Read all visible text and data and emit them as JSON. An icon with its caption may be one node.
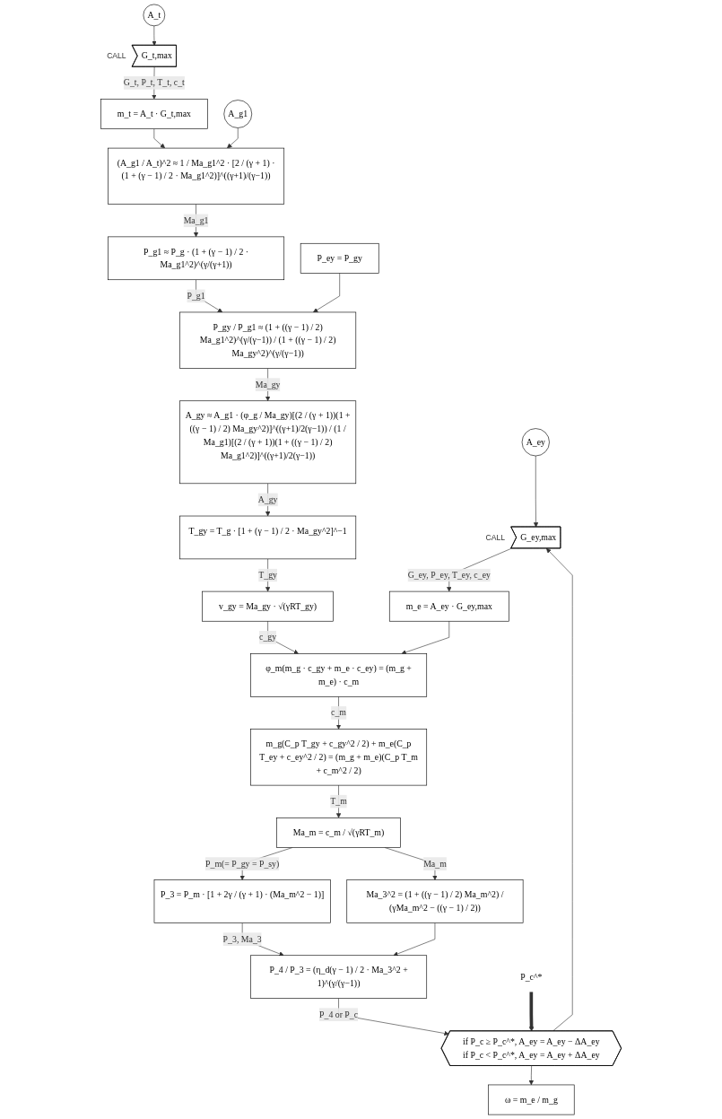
{
  "diagram": {
    "nodes": [
      {
        "text": [
          "A_ey"
        ]
      },
      {
        "text": [
          "A_t"
        ]
      },
      {
        "text": [
          "G_ey,max"
        ],
        "beside": [
          "CALL"
        ]
      },
      {
        "text": [
          "G_t,max"
        ],
        "beside": [
          "CALL"
        ]
      },
      {
        "text": [
          "m_e = A_ey · G_ey,max"
        ]
      },
      {
        "text": [
          "m_t = A_t · G_t,max"
        ]
      },
      {
        "text": [
          "A_g1"
        ]
      },
      {
        "text": [
          "(A_g1 / A_t)^2 ≈ 1 / Ma_g1^2 · [2 / (γ + 1) · (1 + (γ − 1) / 2 · Ma_g1^2)]^((γ+1)/(γ−1))"
        ]
      },
      {
        "text": [
          "P_g1 ≈ P_g · (1 + (γ − 1) / 2 · Ma_g1^2)^(γ/(γ+1))"
        ]
      },
      {
        "text": [
          "P_ey = P_gy"
        ]
      },
      {
        "text": [
          "P_gy / P_g1 ≈ (1 + ((γ − 1) / 2) Ma_g1^2)^(γ/(γ−1)) / (1 + ((γ − 1) / 2) Ma_gy^2)^(γ/(γ−1))"
        ]
      },
      {
        "text": [
          "A_gy ≈ A_g1 · (φ_g / Ma_gy)[(2 / (γ + 1))(1 + ((γ − 1) / 2) Ma_gy^2)]^((γ+1)/2(γ−1)) / (1 / Ma_g1)[(2 / (γ + 1))(1 + ((γ − 1) / 2) Ma_g1^2)]^((γ+1)/2(γ−1))"
        ]
      },
      {
        "text": [
          "T_gy = T_g · [1 + (γ − 1) / 2 · Ma_gy^2]^−1"
        ]
      },
      {
        "text": [
          "v_gy = Ma_gy · √(γRT_gy)"
        ]
      },
      {
        "text": [
          "φ_m(m_g · c_gy + m_e · c_ey) = (m_g + m_e) · c_m"
        ]
      },
      {
        "text": [
          "m_g(C_p T_gy + c_gy^2 / 2) + m_e(C_p T_ey + c_ey^2 / 2) = (m_g + m_e)(C_p T_m + c_m^2 / 2)"
        ]
      },
      {
        "text": [
          "Ma_m = c_m / √(γRT_m)"
        ]
      },
      {
        "text": [
          "P_3 = P_m · [1 + 2γ / (γ + 1) · (Ma_m^2 − 1)]"
        ]
      },
      {
        "text": [
          "Ma_3^2 = (1 + ((γ − 1) / 2) Ma_m^2) / (γMa_m^2 − ((γ − 1) / 2))"
        ]
      },
      {
        "text": [
          "P_4 / P_3 = (η_d(γ − 1) / 2 · Ma_3^2 + 1)^(γ/(γ−1))"
        ]
      },
      {
        "text": [
          "if P_c ≥ P_c^*, A_ey = A_ey − ΔA_ey",
          "if P_c < P_c^*, A_ey = A_ey + ΔA_ey"
        ]
      },
      {
        "text": [
          "P_c^*"
        ]
      },
      {
        "text": [
          "ω = m_e / m_g"
        ]
      }
    ],
    "edges": [
      {
        "from": 0,
        "to": 2,
        "arrow": "to"
      },
      {
        "from": 1,
        "to": 3,
        "arrow": "to"
      },
      {
        "from": 2,
        "to": 4,
        "arrow": "to",
        "label": "G_ey, P_ey, T_ey, c_ey"
      },
      {
        "from": 3,
        "to": 5,
        "arrow": "to",
        "label": "G_t, P_t, T_t, c_t"
      },
      {
        "from": 5,
        "to": 7,
        "arrow": "to"
      },
      {
        "from": 6,
        "to": 7,
        "arrow": "to"
      },
      {
        "from": 7,
        "to": 8,
        "arrow": "to",
        "label": "Ma_g1"
      },
      {
        "from": 8,
        "to": 10,
        "arrow": "to",
        "label": "P_g1"
      },
      {
        "from": 9,
        "to": 10,
        "arrow": "to"
      },
      {
        "from": 10,
        "to": 11,
        "arrow": "to",
        "label": "Ma_gy"
      },
      {
        "from": 11,
        "to": 12,
        "arrow": "to",
        "label": "A_gy"
      },
      {
        "from": 12,
        "to": 13,
        "arrow": "to",
        "label": "T_gy"
      },
      {
        "from": 13,
        "to": 14,
        "arrow": "to",
        "label": "c_gy"
      },
      {
        "from": 4,
        "to": 14,
        "arrow": "to"
      },
      {
        "from": 14,
        "to": 15,
        "arrow": "to",
        "label": "c_m"
      },
      {
        "from": 15,
        "to": 16,
        "arrow": "to",
        "label": "T_m"
      },
      {
        "from": 16,
        "to": 17,
        "arrow": "to",
        "label": "P_m(= P_gy = P_sy)"
      },
      {
        "from": 16,
        "to": 18,
        "arrow": "to",
        "label": "Ma_m"
      },
      {
        "from": 17,
        "to": 19,
        "arrow": "to",
        "label": "P_3, Ma_3"
      },
      {
        "from": 18,
        "to": 19,
        "arrow": "to"
      },
      {
        "from": 19,
        "to": 20,
        "arrow": "to",
        "label": "P_4 or P_c"
      },
      {
        "from": 21,
        "to": 20,
        "arrow": "to",
        "style": "thick"
      },
      {
        "from": 20,
        "to": 2,
        "arrow": "to"
      },
      {
        "from": 20,
        "to": 22,
        "arrow": "to"
      }
    ]
  }
}
